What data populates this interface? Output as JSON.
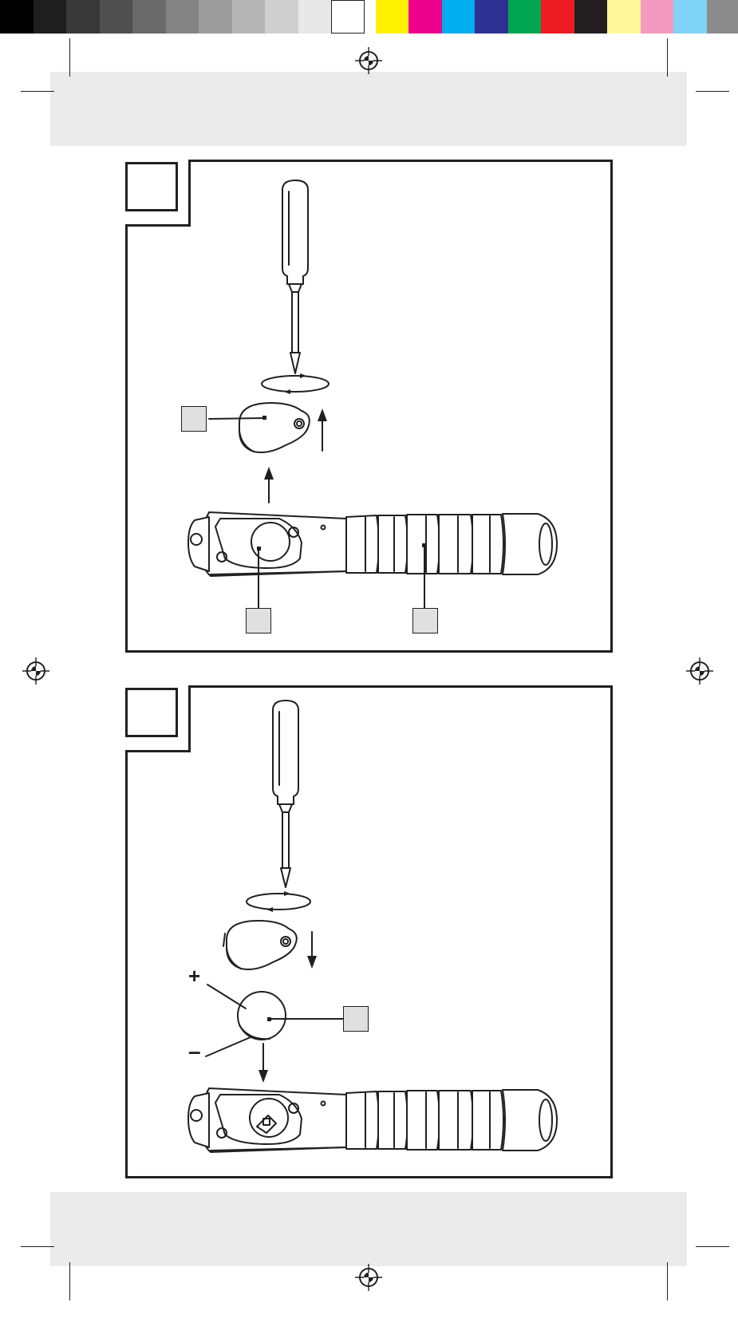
{
  "colors": {
    "panel_border": "#231f20",
    "band": "#ebebeb",
    "callout_box": "#e0e0e0",
    "gray_ramp": [
      "#000000",
      "#1e1e1e",
      "#383838",
      "#505050",
      "#6a6a6a",
      "#838383",
      "#9d9d9d",
      "#b5b5b5",
      "#cfcfcf",
      "#e8e8e8",
      "#ffffff"
    ],
    "process": [
      "#fff200",
      "#ec008c",
      "#00aeef",
      "#2e3192",
      "#00a651",
      "#ed1c24",
      "#231f20",
      "#fff799",
      "#f49ac1",
      "#7fd3f7",
      "#8c8c8c"
    ]
  },
  "figure_1": {
    "icons": [
      "screwdriver-icon",
      "rotate-icon",
      "battery-cover-icon",
      "arrow-up-icon",
      "flashlight-icon"
    ],
    "callouts": [
      "callout-cover",
      "callout-compartment",
      "callout-handle"
    ]
  },
  "figure_2": {
    "polarity_plus": "+",
    "polarity_minus": "–",
    "icons": [
      "screwdriver-icon",
      "rotate-icon",
      "battery-cover-icon",
      "arrow-down-icon",
      "coin-battery-icon",
      "flashlight-icon"
    ],
    "callouts": [
      "callout-battery"
    ]
  }
}
